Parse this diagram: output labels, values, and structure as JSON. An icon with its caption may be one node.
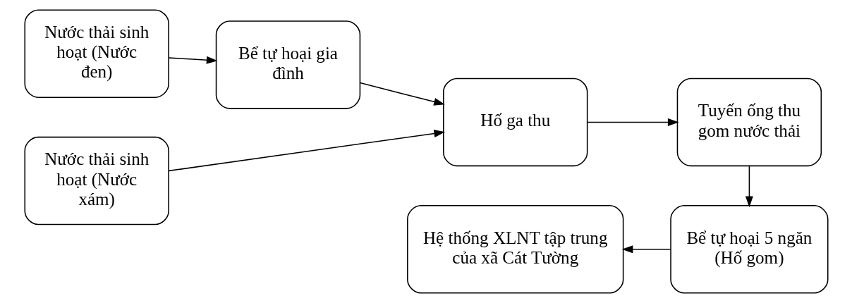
{
  "diagram": {
    "nodes": [
      {
        "text": [
          "Nước thải sinh hoạt (Nước đen)"
        ]
      },
      {
        "text": [
          "Bể tự hoại gia đình"
        ]
      },
      {
        "text": [
          "Hố ga thu"
        ]
      },
      {
        "text": [
          "Tuyến ống thu gom nước thải"
        ]
      },
      {
        "text": [
          "Nước thải sinh hoạt (Nước xám)"
        ]
      },
      {
        "text": [
          "Bể tự hoại 5 ngăn (Hố gom)"
        ]
      },
      {
        "text": [
          "Hệ thống XLNT tập trung của xã Cát Tường"
        ]
      }
    ],
    "edges": [
      {
        "from": 0,
        "to": 1,
        "arrow": "to"
      },
      {
        "from": 1,
        "to": 2,
        "arrow": "to"
      },
      {
        "from": 2,
        "to": 3,
        "arrow": "to"
      },
      {
        "from": 4,
        "to": 2,
        "arrow": "to"
      },
      {
        "from": 3,
        "to": 5,
        "arrow": "to"
      },
      {
        "from": 5,
        "to": 6,
        "arrow": "to"
      }
    ]
  }
}
